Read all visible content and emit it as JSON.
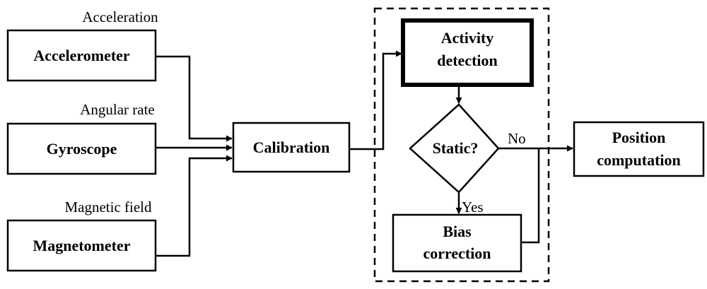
{
  "inputs": {
    "accelerometer": {
      "label": "Accelerometer",
      "signal": "Acceleration"
    },
    "gyroscope": {
      "label": "Gyroscope",
      "signal": "Angular rate"
    },
    "magnetometer": {
      "label": "Magnetometer",
      "signal": "Magnetic field"
    }
  },
  "calibration": {
    "label": "Calibration"
  },
  "activity_detection": {
    "line1": "Activity",
    "line2": "detection"
  },
  "decision": {
    "label": "Static?",
    "no_label": "No",
    "yes_label": "Yes"
  },
  "bias_correction": {
    "line1": "Bias",
    "line2": "correction"
  },
  "position_computation": {
    "line1": "Position",
    "line2": "computation"
  }
}
